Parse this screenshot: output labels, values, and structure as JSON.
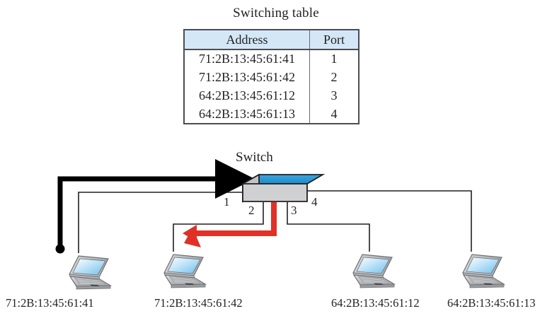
{
  "figure": {
    "type": "network-diagram",
    "title": "Switching table"
  },
  "switching_table": {
    "title": "Switching table",
    "headers": [
      "Address",
      "Port"
    ],
    "rows": [
      {
        "address": "71:2B:13:45:61:41",
        "port": "1"
      },
      {
        "address": "71:2B:13:45:61:42",
        "port": "2"
      },
      {
        "address": "64:2B:13:45:61:12",
        "port": "3"
      },
      {
        "address": "64:2B:13:45:61:13",
        "port": "4"
      }
    ],
    "header_background": "#d3e7f7",
    "border_color": "#4c4c52"
  },
  "switch": {
    "label": "Switch",
    "top_color": "#2f9bd8",
    "front_color": "#cfd0d2",
    "side_color": "#bcbdbf",
    "ports": [
      "1",
      "2",
      "3",
      "4"
    ]
  },
  "hosts": [
    {
      "caption": "71:2B:13:45:61:41",
      "port": "1"
    },
    {
      "caption": "71:2B:13:45:61:42",
      "port": "2"
    },
    {
      "caption": "64:2B:13:45:61:12",
      "port": "3"
    },
    {
      "caption": "64:2B:13:45:61:13",
      "port": "4"
    }
  ],
  "flows": {
    "incoming": {
      "name": "incoming-frame-arrow",
      "color": "#000000",
      "from_host": "71:2B:13:45:61:41",
      "to_port": "1"
    },
    "outgoing": {
      "name": "outgoing-frame-arrow",
      "color": "#e03127",
      "from_port": "2",
      "to_host": "71:2B:13:45:61:42"
    }
  },
  "link_color": "#231f20"
}
